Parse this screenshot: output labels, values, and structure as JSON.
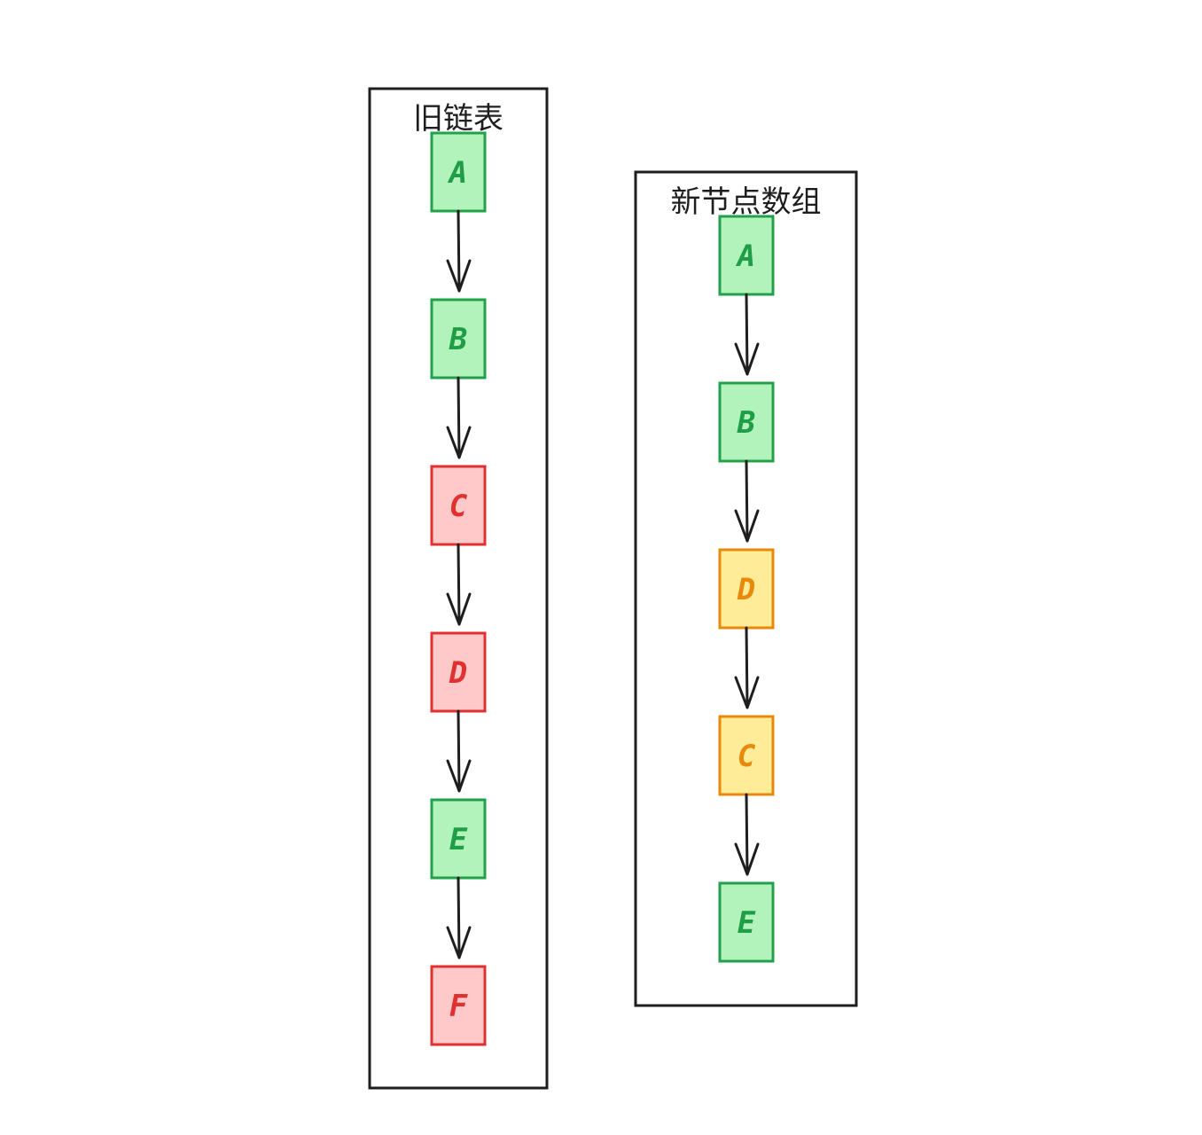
{
  "colors": {
    "green": {
      "fill": "#b2f2bb",
      "stroke": "#22a04b",
      "text": "#1f9d47"
    },
    "red": {
      "fill": "#ffc9c9",
      "stroke": "#e03131",
      "text": "#e03131"
    },
    "orange": {
      "fill": "#ffec99",
      "stroke": "#e8890c",
      "text": "#e8890c"
    }
  },
  "panels": [
    {
      "id": "old-list",
      "title": "旧链表",
      "nodes": [
        {
          "label": "A",
          "color": "green"
        },
        {
          "label": "B",
          "color": "green"
        },
        {
          "label": "C",
          "color": "red"
        },
        {
          "label": "D",
          "color": "red"
        },
        {
          "label": "E",
          "color": "green"
        },
        {
          "label": "F",
          "color": "red"
        }
      ]
    },
    {
      "id": "new-node-array",
      "title": "新节点数组",
      "nodes": [
        {
          "label": "A",
          "color": "green"
        },
        {
          "label": "B",
          "color": "green"
        },
        {
          "label": "D",
          "color": "orange"
        },
        {
          "label": "C",
          "color": "orange"
        },
        {
          "label": "E",
          "color": "green"
        }
      ]
    }
  ]
}
